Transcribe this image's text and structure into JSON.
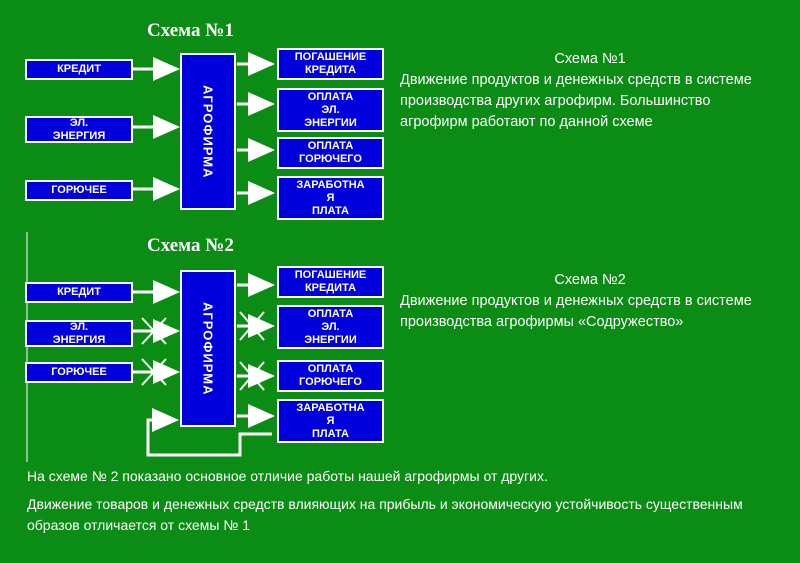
{
  "scheme1": {
    "title": "Схема №1",
    "inputs": [
      "КРЕДИТ",
      "ЭЛ.\nЭНЕРГИЯ",
      "ГОРЮЧЕЕ"
    ],
    "center": "АГРОФИРМА",
    "outputs": [
      "ПОГАШЕНИЕ\nКРЕДИТА",
      "ОПЛАТА\nЭЛ.\nЭНЕРГИИ",
      "ОПЛАТА\nГОРЮЧЕГО",
      "ЗАРАБОТНА\nЯ\nПЛАТА"
    ],
    "desc_title": "Схема №1",
    "desc_text": "Движение продуктов и денежных средств в системе производства других агрофирм. Большинство агрофирм работают по данной схеме"
  },
  "scheme2": {
    "title": "Схема №2",
    "inputs": [
      "КРЕДИТ",
      "ЭЛ.\nЭНЕРГИЯ",
      "ГОРЮЧЕЕ"
    ],
    "center": "АГРОФИРМА",
    "outputs": [
      "ПОГАШЕНИЕ\nКРЕДИТА",
      "ОПЛАТА\nЭЛ.\nЭНЕРГИИ",
      "ОПЛАТА\nГОРЮЧЕГО",
      "ЗАРАБОТНА\nЯ\nПЛАТА"
    ],
    "desc_title": "Схема №2",
    "desc_text": "Движение продуктов и денежных средств в системе производства агрофирмы «Содружество»"
  },
  "bottom": {
    "line1": "На схеме № 2 показано основное отличие работы нашей агрофирмы от других.",
    "line2": "Движение товаров и денежных средств влияющих на прибыль и экономическую устойчивость существенным образов отличается от схемы № 1"
  },
  "colors": {
    "background": "#0b8c14",
    "box": "#0000dd",
    "line": "#ffffff"
  }
}
